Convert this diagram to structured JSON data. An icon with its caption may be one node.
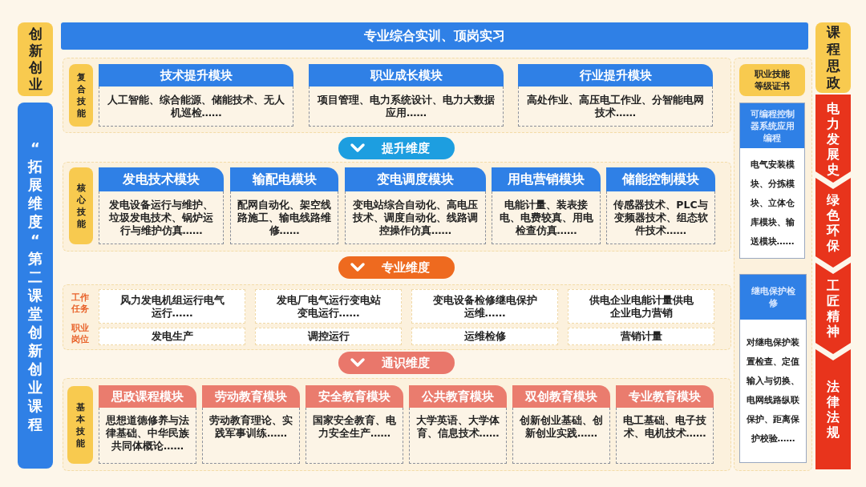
{
  "diagram": {
    "nodes": [
      {
        "text": [
          "创新创业"
        ]
      },
      {
        "text": [
          "“拓展维度“第二课堂创新创业课程"
        ]
      },
      {
        "text": [
          "专业综合实训、顶岗实习"
        ]
      },
      {
        "text": [
          "复合技能"
        ]
      },
      {
        "text": [
          "技术提升模块",
          "人工智能、综合能源、储能技术、无人机巡检……"
        ]
      },
      {
        "text": [
          "职业成长模块",
          "项目管理、电力系统设计、电力大数据应用……"
        ]
      },
      {
        "text": [
          "行业提升模块",
          "高处作业、高压电工作业、分智能电网技术……"
        ]
      },
      {
        "text": [
          "提升维度"
        ]
      },
      {
        "text": [
          "核心技能"
        ]
      },
      {
        "text": [
          "发电技术模块",
          "发电设备运行与维护、垃圾发电技术、锅炉运行与维护仿真……"
        ]
      },
      {
        "text": [
          "输配电模块",
          "配网自动化、架空线路施工、输电线路维修……"
        ]
      },
      {
        "text": [
          "变电调度模块",
          "变电站综合自动化、高电压技术、调度自动化、线路调控操作仿真……"
        ]
      },
      {
        "text": [
          "用电营销模块",
          "电能计量、装表接电、电费较真、用电检查仿真……"
        ]
      },
      {
        "text": [
          "储能控制模块",
          "传感器技术、PLC与变频器技术、组态软件技术……"
        ]
      },
      {
        "text": [
          "专业维度"
        ]
      },
      {
        "text": [
          "风力发电机组运行电气运行……"
        ]
      },
      {
        "text": [
          "发电厂电气运行变电站变电运行……"
        ]
      },
      {
        "text": [
          "变电设备检修继电保护运维……"
        ]
      },
      {
        "text": [
          "供电企业电能计量供电企业电力营销"
        ]
      },
      {
        "text": [
          "发电生产"
        ]
      },
      {
        "text": [
          "调控运行"
        ]
      },
      {
        "text": [
          "运维检修"
        ]
      },
      {
        "text": [
          "营销计量"
        ]
      },
      {
        "text": [
          "通识维度"
        ]
      },
      {
        "text": [
          "基本技能"
        ]
      },
      {
        "text": [
          "思政课程模块",
          "思想道德修养与法律基础、中华民族共同体概论……"
        ]
      },
      {
        "text": [
          "劳动教育模块",
          "劳动教育理论、实践军事训练……"
        ]
      },
      {
        "text": [
          "安全教育模块",
          "国家安全教育、电力安全生产……"
        ]
      },
      {
        "text": [
          "公共教育模块",
          "大学英语、大学体育、信息技术……"
        ]
      },
      {
        "text": [
          "双创教育模块",
          "创新创业基础、创新创业实践……"
        ]
      },
      {
        "text": [
          "专业教育模块",
          "电工基础、电子技术、电机技术……"
        ]
      },
      {
        "text": [
          "职业技能等级证书"
        ]
      },
      {
        "text": [
          "可编程控制器系统应用编程",
          "电气安装模块、分拣模块、立体仓库模块、输送模块……"
        ]
      },
      {
        "text": [
          "继电保护检修",
          "对继电保护装置检查、定值输入与切换、电网线路纵联保护、距离保护校验……"
        ]
      },
      {
        "text": [
          "课程思政"
        ]
      },
      {
        "text": [
          "电力发展史"
        ]
      },
      {
        "text": [
          "绿色环保"
        ]
      },
      {
        "text": [
          "工匠精神"
        ]
      },
      {
        "text": [
          "法律法规"
        ]
      }
    ],
    "labels": [
      "工作任务",
      "职业岗位"
    ]
  }
}
